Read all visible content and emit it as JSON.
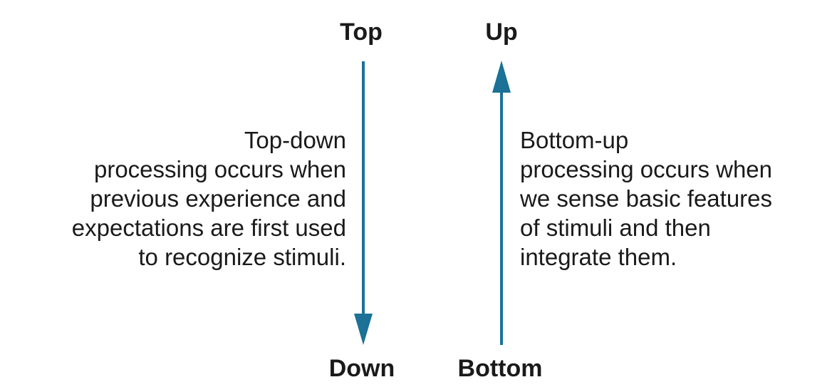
{
  "colors": {
    "arrow": "#1b7196",
    "text": "#1a1a1a"
  },
  "labels": {
    "top": "Top",
    "down": "Down",
    "up": "Up",
    "bottom": "Bottom"
  },
  "top_down": {
    "lines": [
      "Top-down",
      "processing occurs when",
      "previous experience and",
      "expectations are first used",
      "to recognize stimuli."
    ]
  },
  "bottom_up": {
    "lines": [
      "Bottom-up",
      "processing occurs when",
      "we sense basic features",
      "of stimuli and then",
      "integrate them."
    ]
  }
}
